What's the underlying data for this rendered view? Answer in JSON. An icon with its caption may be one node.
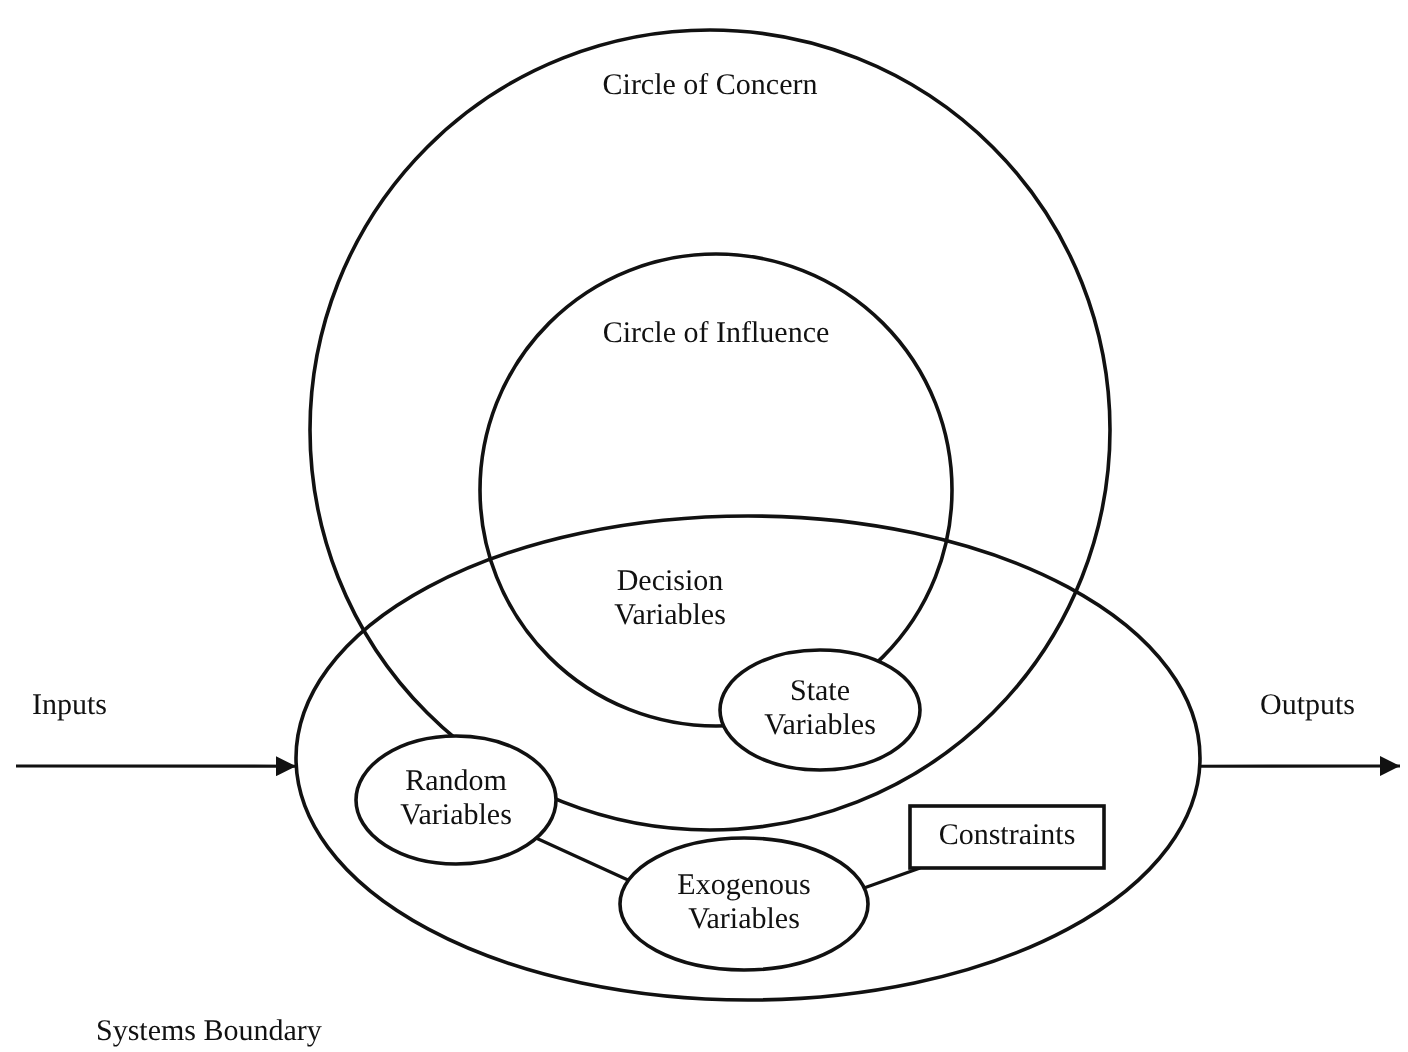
{
  "diagram": {
    "nodes": [
      {
        "text": [
          "Circle of Concern"
        ]
      },
      {
        "text": [
          "Circle of Influence"
        ],
        "in": 0
      },
      {
        "text": [
          "Systems Boundary"
        ]
      },
      {
        "text": [
          "State Variables"
        ]
      },
      {
        "text": [
          "Inputs"
        ]
      },
      {
        "text": [
          "Outputs"
        ]
      },
      {
        "text": [
          "Random Variables"
        ],
        "in": 2
      },
      {
        "text": [
          "Constraints"
        ],
        "in": 2
      },
      {
        "text": [
          "Exogenous Variables"
        ],
        "in": 2
      }
    ],
    "edges": [
      {
        "from": 4,
        "to": 2,
        "arrow": "to"
      },
      {
        "from": 2,
        "to": 5,
        "arrow": "to"
      },
      {
        "from": 6,
        "to": 8,
        "arrow": "none"
      },
      {
        "from": 8,
        "to": 7,
        "arrow": "none"
      }
    ],
    "labels": [
      "Decision Variables"
    ]
  }
}
